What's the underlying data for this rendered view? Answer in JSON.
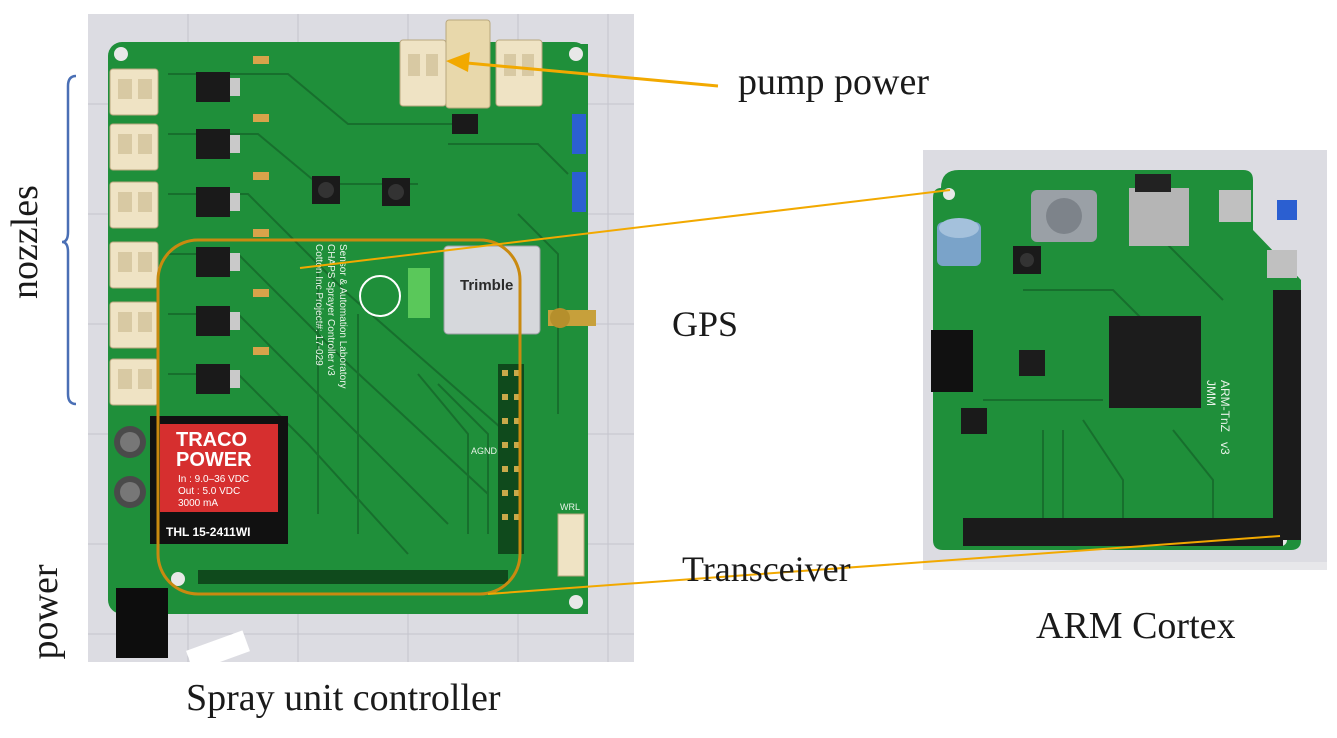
{
  "figure": {
    "labels": {
      "nozzles": "nozzles",
      "pump_power": "pump power",
      "gps": "GPS",
      "transceiver": "Transceiver",
      "power": "power",
      "spray_unit_controller": "Spray unit controller",
      "arm_cortex": "ARM Cortex"
    },
    "board_left": {
      "dcdc_brand_line1": "TRACO",
      "dcdc_brand_line2": "POWER",
      "dcdc_in": "In : 9.0–36 VDC",
      "dcdc_out": "Out : 5.0 VDC",
      "dcdc_current": "3000 mA",
      "dcdc_model": "THL 15-2411WI",
      "silkscreen": "Sensor & Automation Laboratory",
      "silkscreen2": "CHAPS Sprayer Controller v3",
      "silkscreen3": "Cotton Inc Project#: 17-029",
      "gps_module": "Trimble",
      "agnd": "AGND",
      "wrl": "WRL"
    },
    "board_right": {
      "silk1": "ARM-TnZ",
      "silk2": "JMM",
      "silk3": "v3"
    },
    "colors": {
      "pcb_green": "#1f8f3a",
      "pcb_green_dark": "#157a2f",
      "annotation_orange": "#f2a900",
      "bracket_blue": "#4a6fb5",
      "circle_orange": "#c98a10",
      "background_grid": "#d9d9de"
    }
  }
}
